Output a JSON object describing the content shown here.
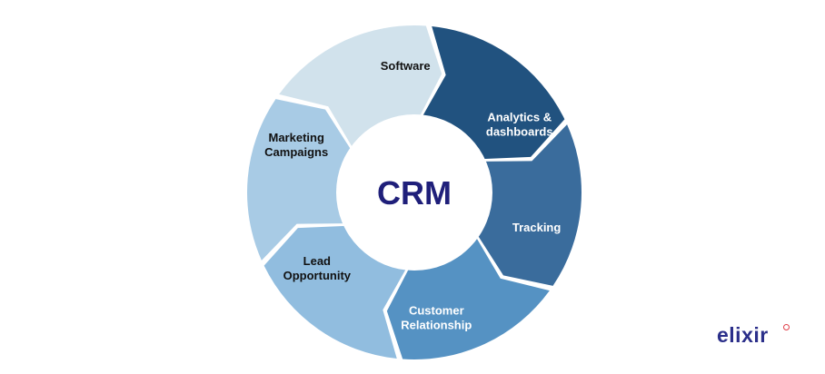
{
  "diagram": {
    "center_label": "CRM",
    "segments": [
      {
        "id": "software",
        "lines": [
          "Software"
        ],
        "fill": "#d1e2ec",
        "text_color": "#111111"
      },
      {
        "id": "analytics",
        "lines": [
          "Analytics &",
          "dashboards"
        ],
        "fill": "#21527f",
        "text_color": "#ffffff"
      },
      {
        "id": "tracking",
        "lines": [
          "Tracking"
        ],
        "fill": "#3a6c9c",
        "text_color": "#ffffff"
      },
      {
        "id": "customer-relationship",
        "lines": [
          "Customer",
          "Relationship"
        ],
        "fill": "#5592c3",
        "text_color": "#ffffff"
      },
      {
        "id": "lead-opportunity",
        "lines": [
          "Lead",
          "Opportunity"
        ],
        "fill": "#91bddf",
        "text_color": "#111111"
      },
      {
        "id": "marketing-campaigns",
        "lines": [
          "Marketing",
          "Campaigns"
        ],
        "fill": "#a8cbe5",
        "text_color": "#111111"
      }
    ],
    "center_text_color": "#1f1f7a"
  },
  "logo": {
    "text": "elixir",
    "color": "#2b2f8a",
    "dot_color": "#e0404a"
  }
}
